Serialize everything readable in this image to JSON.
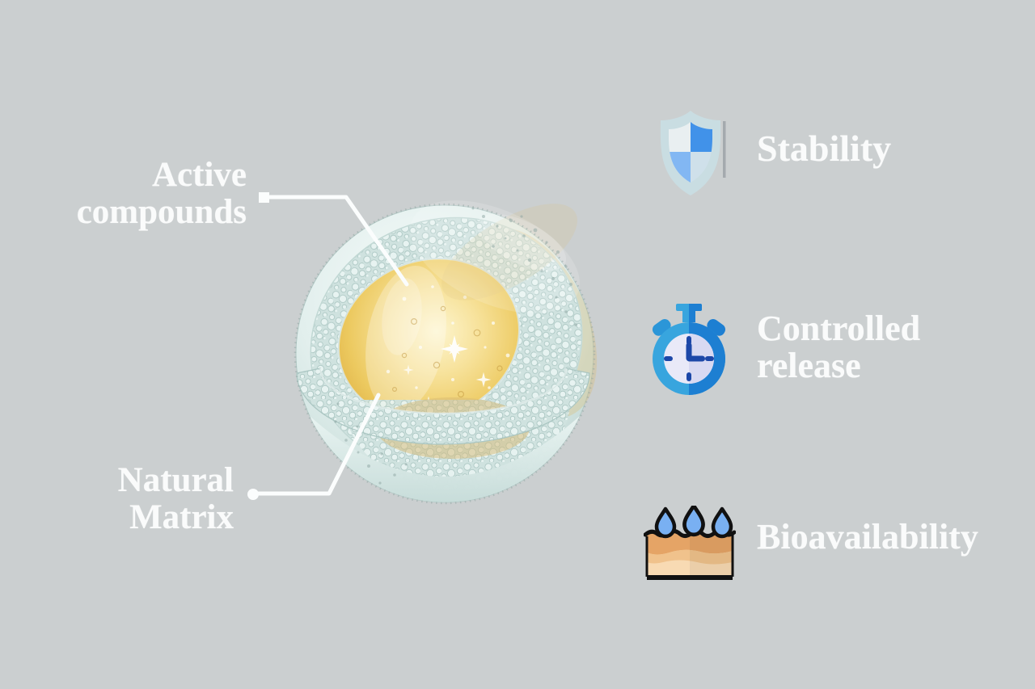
{
  "canvas": {
    "background": "#cbcfd0"
  },
  "sphere_diagram": {
    "alt": "Cutaway microcapsule sphere: golden active-compound core inside a porous natural matrix shell",
    "labels": {
      "active_compounds": {
        "line1": "Active",
        "line2": "compounds"
      },
      "natural_matrix": {
        "line1": "Natural",
        "line2": "Matrix"
      }
    },
    "colors": {
      "shell": "#dcebe9",
      "matrix": "#cfe2df",
      "core_gold": "#eac75f",
      "leader_line": "#fbfdfd"
    }
  },
  "features": {
    "stability": {
      "label": "Stability",
      "icon": "shield-icon"
    },
    "controlled_release": {
      "line1": "Controlled",
      "line2": "release",
      "icon": "stopwatch-icon"
    },
    "bioavailability": {
      "label": "Bioavailability",
      "icon": "skin-absorption-icon"
    }
  },
  "text_color": "#fafbfb",
  "icon_colors": {
    "shield_outer": "#c9dde2",
    "shield_bright_blue": "#4192e9",
    "shield_light_blue": "#82b7f3",
    "shield_pale": "#e9eff1",
    "stopwatch_light": "#38a5de",
    "stopwatch_dark": "#1d7fd2",
    "stopwatch_face": "#e9e9f8",
    "stopwatch_hands": "#1c47a8",
    "droplet_blue": "#79b0f2",
    "skin_top": "#e5a466",
    "skin_mid": "#f0c28c",
    "skin_bottom": "#f8dab3"
  }
}
